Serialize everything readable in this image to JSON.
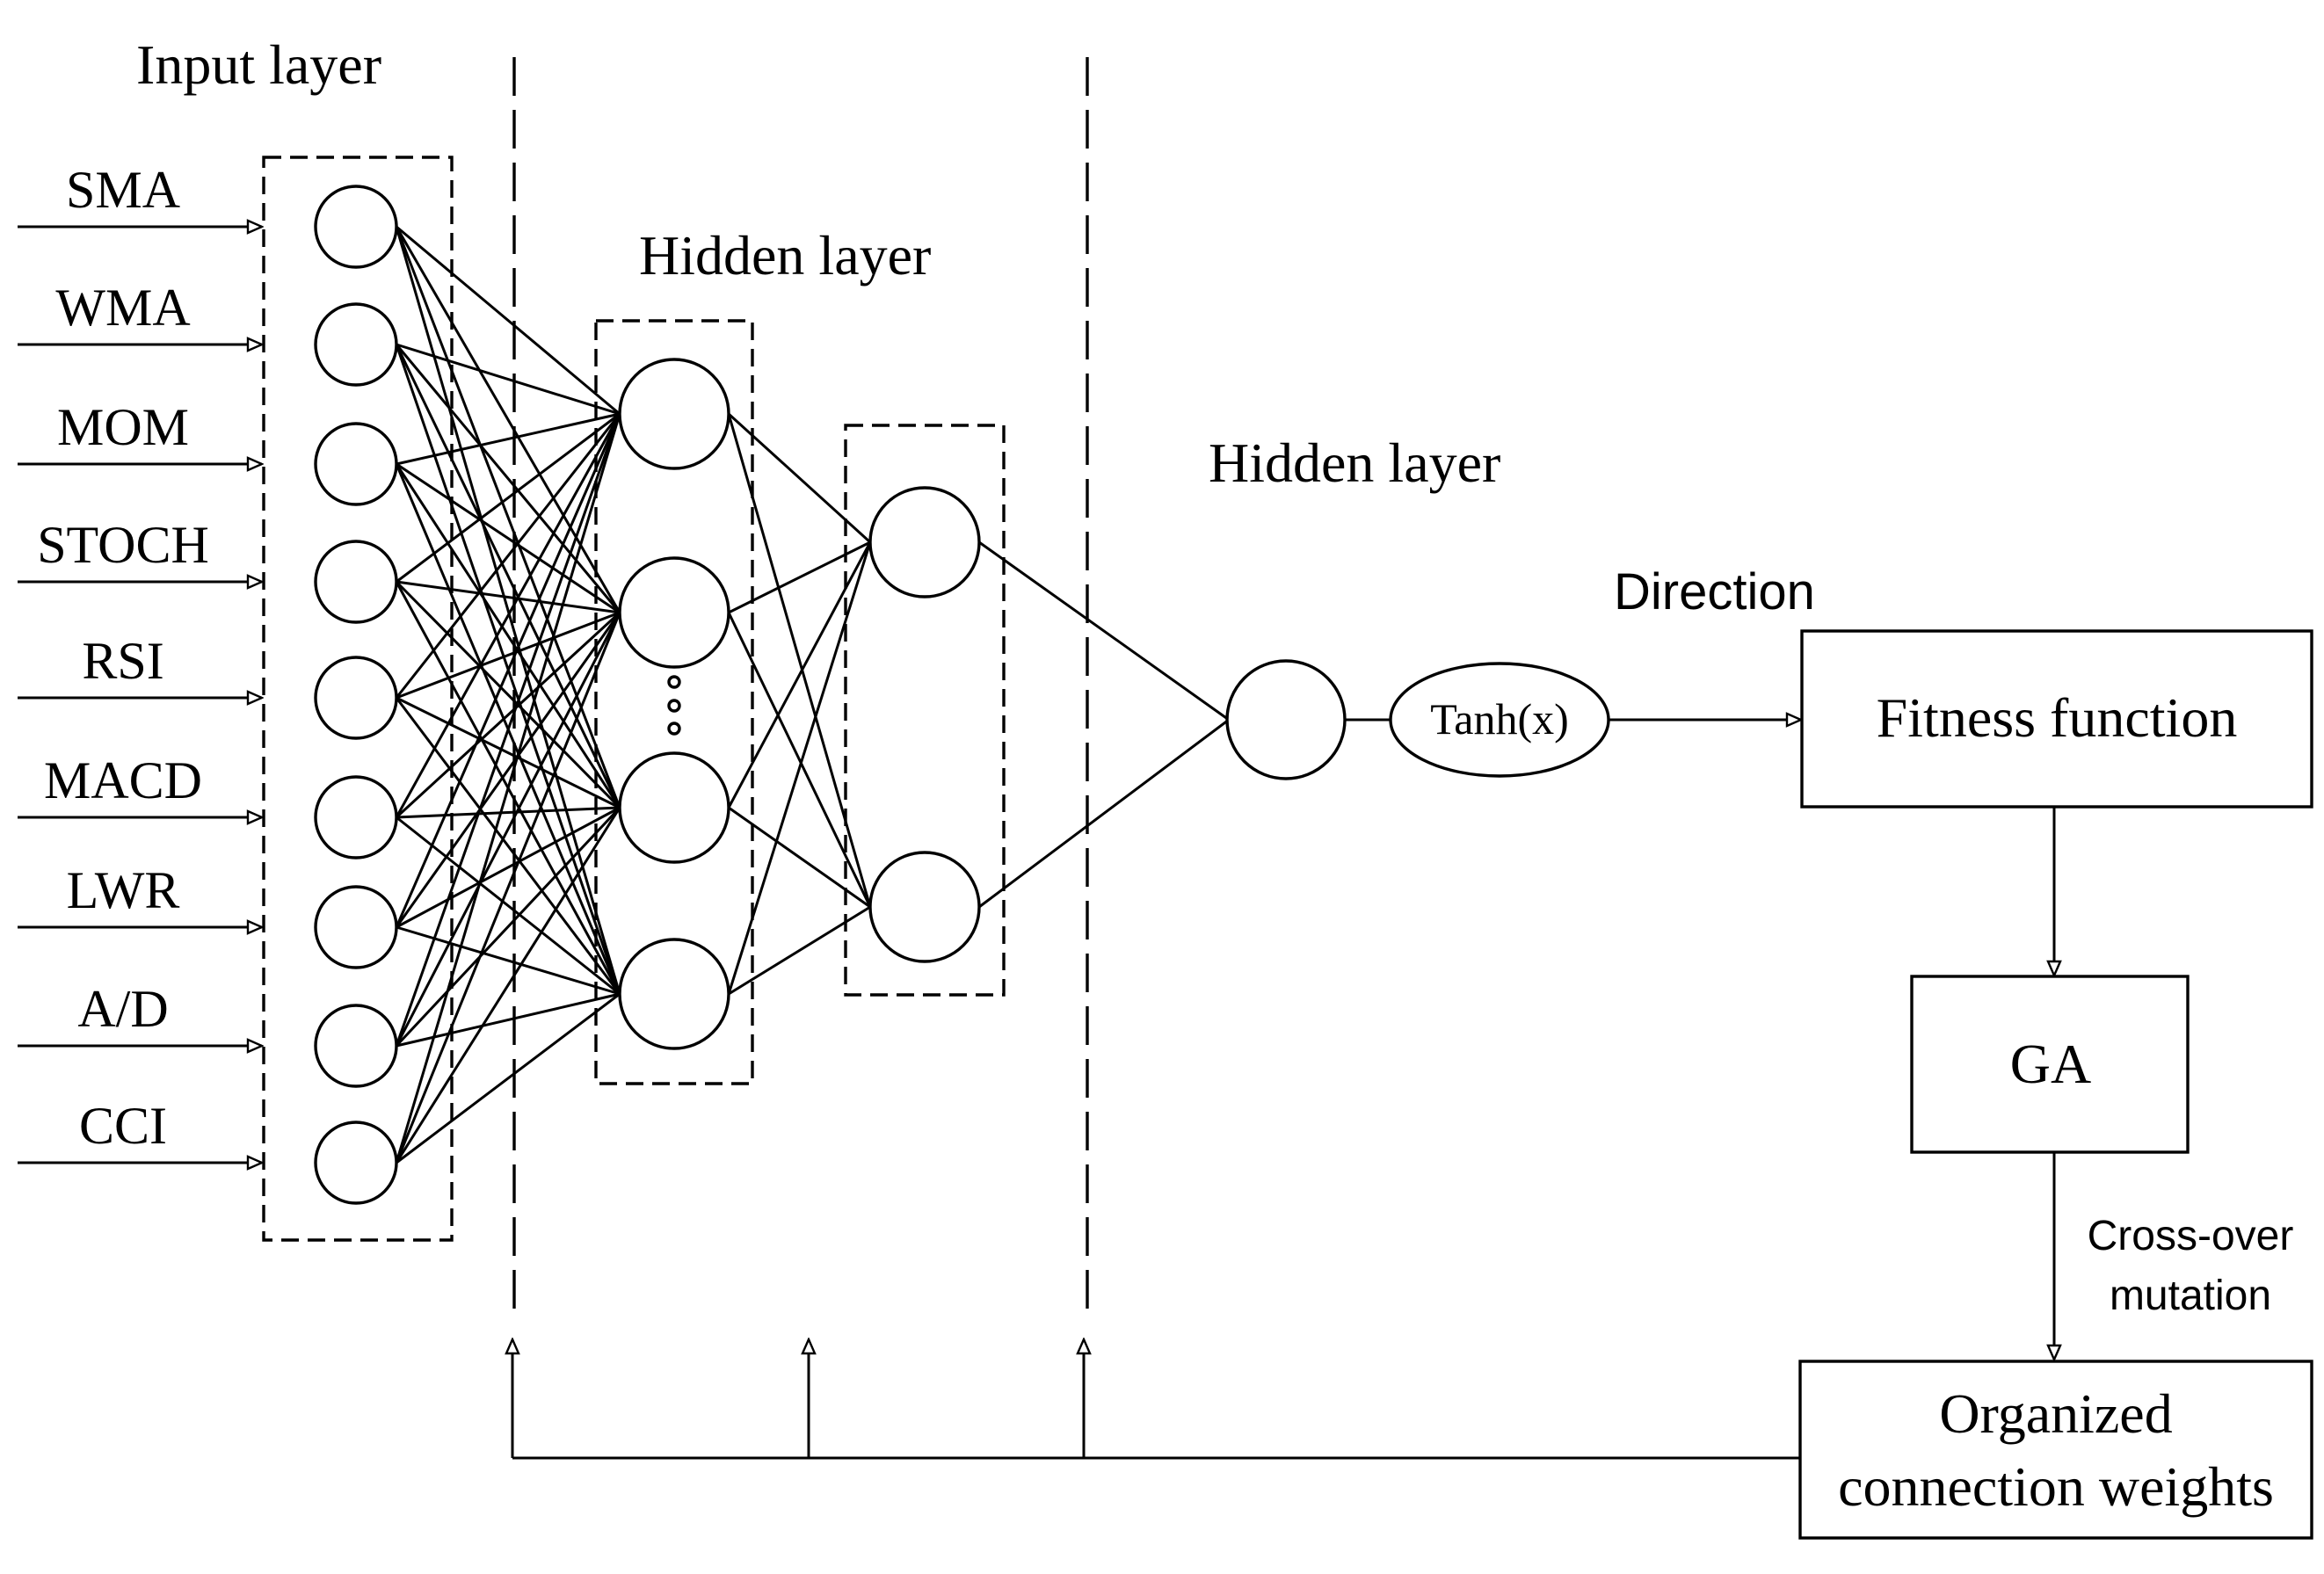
{
  "labels": {
    "input_layer": "Input layer",
    "hidden_layer_1": "Hidden layer",
    "hidden_layer_2": "Hidden layer",
    "direction": "Direction",
    "tanh": "Tanh(x)",
    "fitness_function": "Fitness function",
    "ga": "GA",
    "crossover_line1": "Cross-over",
    "crossover_line2": "mutation",
    "organized_line1": "Organized",
    "organized_line2": "connection weights"
  },
  "inputs": [
    "SMA",
    "WMA",
    "MOM",
    "STOCH",
    "RSI",
    "MACD",
    "LWR",
    "A/D",
    "CCI"
  ]
}
